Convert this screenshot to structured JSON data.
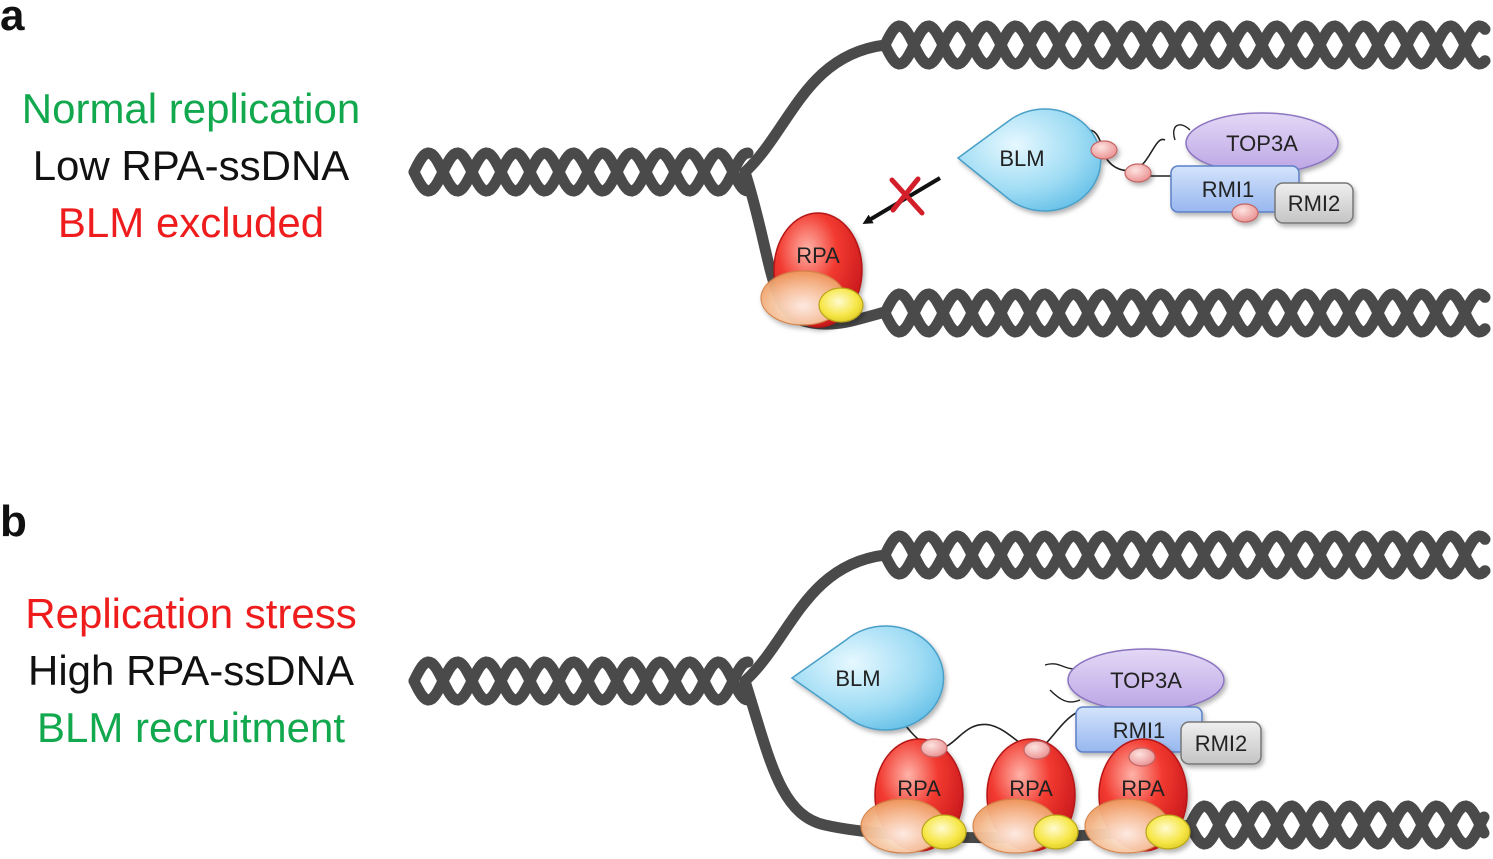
{
  "panels": [
    {
      "letter": "a",
      "lines": [
        {
          "text": "Normal replication",
          "color": "#12a84e"
        },
        {
          "text": "Low RPA-ssDNA",
          "color": "#111111"
        },
        {
          "text": "BLM excluded",
          "color": "#ee1c1c"
        }
      ]
    },
    {
      "letter": "b",
      "lines": [
        {
          "text": "Replication stress",
          "color": "#ee1c1c"
        },
        {
          "text": "High RPA-ssDNA",
          "color": "#111111"
        },
        {
          "text": "BLM recruitment",
          "color": "#12a84e"
        }
      ]
    }
  ],
  "proteins": {
    "blm": "BLM",
    "top3a": "TOP3A",
    "rmi1": "RMI1",
    "rmi2": "RMI2",
    "rpa": "RPA"
  },
  "colors": {
    "dna": "#4a4a4a",
    "rpa_red": "#e8262a",
    "blm_blue": "#8fd8f2",
    "top3a_purple": "#cbb8ea",
    "rmi1_blue": "#a9c6f4",
    "rmi2_grey": "#d4d4d4",
    "linker_pink": "#f0a6a6",
    "rpa_orange": "#f2a46e",
    "rpa_yellow": "#f0e03a",
    "inhibit_cross": "#d31f2a"
  }
}
